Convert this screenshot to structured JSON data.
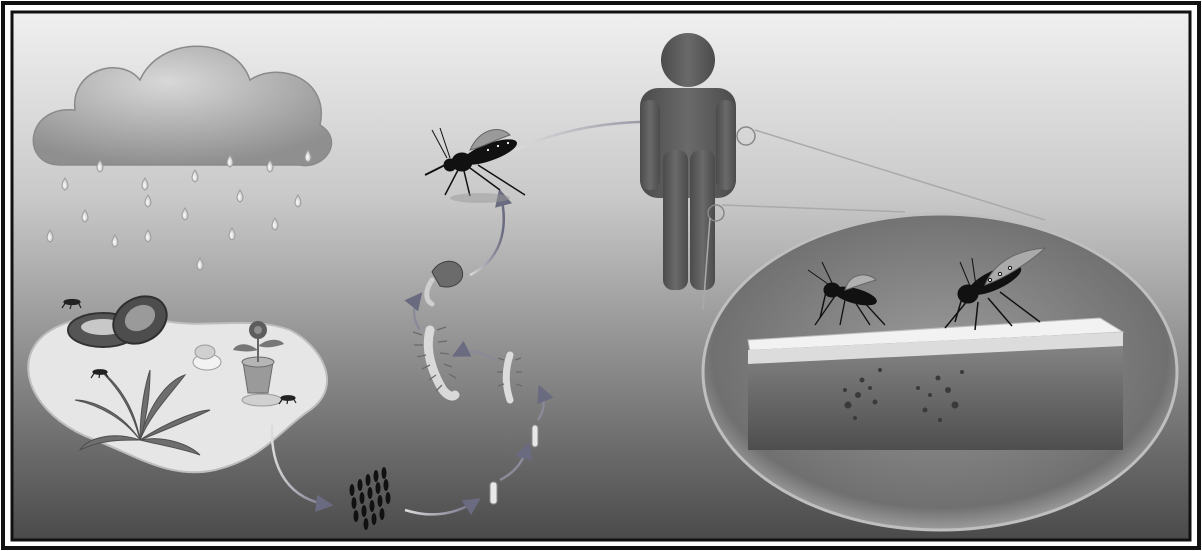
{
  "figure": {
    "stages": [
      {
        "id": "rain",
        "icon": "rain-cloud-icon"
      },
      {
        "id": "breeding_sites",
        "icon": "water-puddle-icon"
      },
      {
        "id": "eggs",
        "icon": "eggs-icon"
      },
      {
        "id": "larvae",
        "icon": "larva-icon"
      },
      {
        "id": "pupa",
        "icon": "pupa-icon"
      },
      {
        "id": "adult_mosquito",
        "icon": "mosquito-icon"
      },
      {
        "id": "human_host",
        "icon": "human-icon"
      },
      {
        "id": "skin_bite",
        "icon": "skin-section-icon"
      }
    ],
    "colors": {
      "frame": "#111111",
      "background_top": "#e9e9e9",
      "background_bottom": "#4a4a4a",
      "cloud": "#a9a9a9",
      "human": "#5a5a5a",
      "arrow": "#6a6a78",
      "puddle": "#e4e4e4",
      "skin": "#7f7f7f"
    }
  }
}
